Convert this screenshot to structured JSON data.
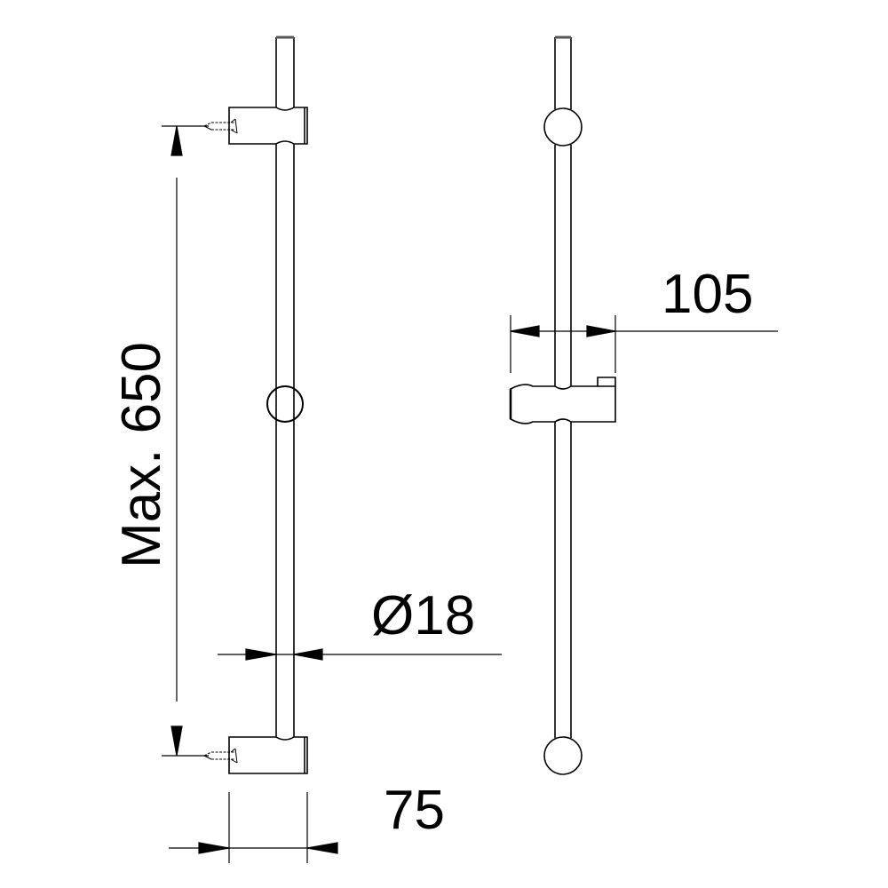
{
  "drawing": {
    "title": "Shower slide rail technical drawing",
    "views": [
      "side view",
      "front view"
    ],
    "stroke_color": "#000000",
    "background_color": "#ffffff"
  },
  "dimensions": {
    "height_label": "Max. 650",
    "rail_diameter_label": "Ø18",
    "wall_offset_label": "75",
    "holder_projection_label": "105"
  }
}
